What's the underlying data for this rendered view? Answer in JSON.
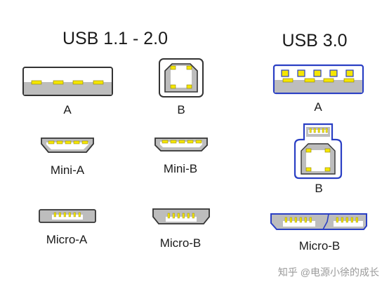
{
  "titles": {
    "usb2": "USB 1.1 - 2.0",
    "usb3": "USB 3.0"
  },
  "labels": {
    "usb2_a": "A",
    "usb2_b": "B",
    "usb2_mini_a": "Mini-A",
    "usb2_mini_b": "Mini-B",
    "usb2_micro_a": "Micro-A",
    "usb2_micro_b": "Micro-B",
    "usb3_a": "A",
    "usb3_b": "B",
    "usb3_micro_b": "Micro-B"
  },
  "watermark": "知乎 @电源小徐的成长",
  "colors": {
    "outline_usb2": "#333333",
    "outline_usb3": "#2a3fc4",
    "body_gray": "#bdbdbd",
    "pin_yellow": "#f5e600",
    "background": "#ffffff"
  }
}
